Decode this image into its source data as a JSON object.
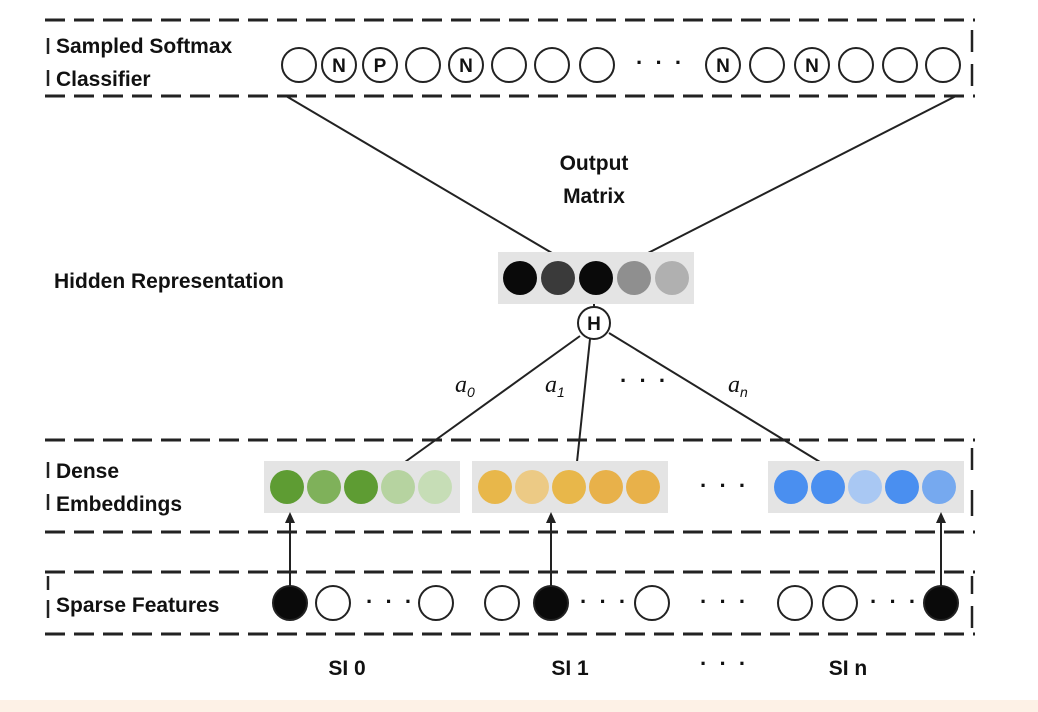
{
  "labels": {
    "sampled_softmax_line1": "Sampled Softmax",
    "sampled_softmax_line2": "Classifier",
    "output_matrix_line1": "Output",
    "output_matrix_line2": "Matrix",
    "hidden_representation": "Hidden Representation",
    "dense_embeddings_line1": "Dense",
    "dense_embeddings_line2": "Embeddings",
    "sparse_features": "Sparse Features",
    "si0": "SI 0",
    "si1": "SI 1",
    "sin": "SI n",
    "ellipsis": "· · ·"
  },
  "attention": {
    "a0": "a",
    "a0_sub": "0",
    "a1": "a",
    "a1_sub": "1",
    "an": "a",
    "an_sub": "n"
  },
  "hidden_node": "H",
  "softmax_nodes": [
    "",
    "N",
    "P",
    "",
    "N",
    "",
    "",
    "",
    "N",
    "",
    "N",
    "",
    "",
    ""
  ],
  "hidden_vector_colors": [
    "#0a0a0a",
    "#3a3a3a",
    "#0a0a0a",
    "#8f8f8f",
    "#b0b0b0"
  ],
  "embedding_groups": [
    {
      "colors": [
        "#5e9c33",
        "#7fb15a",
        "#5e9c33",
        "#b6d3a0",
        "#c6ddb6"
      ]
    },
    {
      "colors": [
        "#e8b74a",
        "#ecca85",
        "#e8b74a",
        "#e8b14a",
        "#e8b14a"
      ]
    },
    {
      "colors": [
        "#4a8ff0",
        "#4a8ff0",
        "#a9c8f3",
        "#4a8ff0",
        "#76a9ef"
      ]
    }
  ],
  "sparse_groups": [
    {
      "nodes": [
        "filled",
        "empty",
        "ellipsis",
        "empty"
      ]
    },
    {
      "nodes": [
        "empty",
        "filled",
        "ellipsis",
        "empty"
      ]
    },
    {
      "nodes": [
        "empty",
        "empty",
        "ellipsis",
        "filled"
      ]
    }
  ]
}
